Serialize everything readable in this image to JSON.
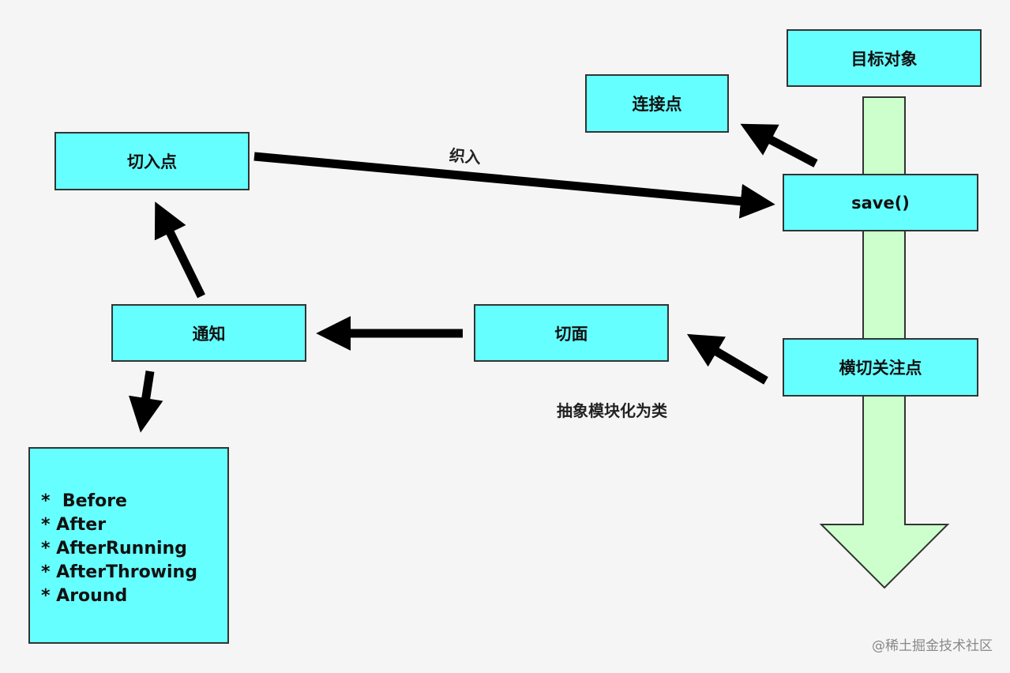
{
  "nodes": {
    "target_object": "目标对象",
    "join_point": "连接点",
    "pointcut": "切入点",
    "save": "save()",
    "advice": "通知",
    "aspect": "切面",
    "crosscutting_concern": "横切关注点"
  },
  "edge_labels": {
    "weave": "织入",
    "abstract_modularize": "抽象模块化为类"
  },
  "advice_types": [
    "*  Before",
    "* After",
    "* AfterRunning",
    "* AfterThrowing",
    "* Around"
  ],
  "watermark": "@稀土掘金技术社区",
  "colors": {
    "box_fill": "#66ffff",
    "flow_arrow_fill": "#ccffcc",
    "arrow": "#000000"
  }
}
